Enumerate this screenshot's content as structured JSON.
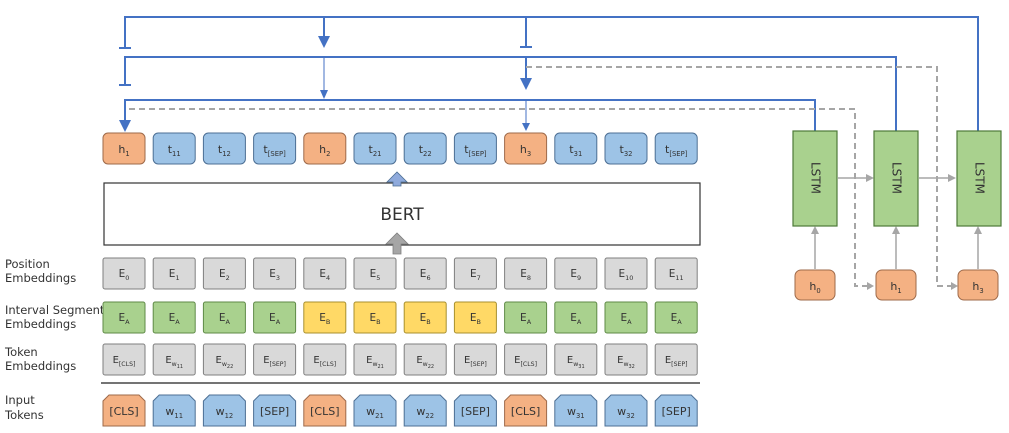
{
  "row_labels": {
    "position": [
      "Position",
      "Embeddings"
    ],
    "segment": [
      "Interval Segment",
      "Embeddings"
    ],
    "token": [
      "Token",
      "Embeddings"
    ],
    "input": [
      "Input",
      "Tokens"
    ]
  },
  "bert_label": "BERT",
  "output_tokens": [
    {
      "base": "h",
      "sub": "1",
      "kind": "h"
    },
    {
      "base": "t",
      "sub": "11",
      "kind": "t"
    },
    {
      "base": "t",
      "sub": "12",
      "kind": "t"
    },
    {
      "base": "t",
      "sub": "[SEP]",
      "kind": "t"
    },
    {
      "base": "h",
      "sub": "2",
      "kind": "h"
    },
    {
      "base": "t",
      "sub": "21",
      "kind": "t"
    },
    {
      "base": "t",
      "sub": "22",
      "kind": "t"
    },
    {
      "base": "t",
      "sub": "[SEP]",
      "kind": "t"
    },
    {
      "base": "h",
      "sub": "3",
      "kind": "h"
    },
    {
      "base": "t",
      "sub": "31",
      "kind": "t"
    },
    {
      "base": "t",
      "sub": "32",
      "kind": "t"
    },
    {
      "base": "t",
      "sub": "[SEP]",
      "kind": "t"
    }
  ],
  "position_embeddings": [
    {
      "base": "E",
      "sub": "0"
    },
    {
      "base": "E",
      "sub": "1"
    },
    {
      "base": "E",
      "sub": "2"
    },
    {
      "base": "E",
      "sub": "3"
    },
    {
      "base": "E",
      "sub": "4"
    },
    {
      "base": "E",
      "sub": "5"
    },
    {
      "base": "E",
      "sub": "6"
    },
    {
      "base": "E",
      "sub": "7"
    },
    {
      "base": "E",
      "sub": "8"
    },
    {
      "base": "E",
      "sub": "9"
    },
    {
      "base": "E",
      "sub": "10"
    },
    {
      "base": "E",
      "sub": "11"
    }
  ],
  "segment_embeddings": [
    {
      "base": "E",
      "sub": "A",
      "seg": "A"
    },
    {
      "base": "E",
      "sub": "A",
      "seg": "A"
    },
    {
      "base": "E",
      "sub": "A",
      "seg": "A"
    },
    {
      "base": "E",
      "sub": "A",
      "seg": "A"
    },
    {
      "base": "E",
      "sub": "B",
      "seg": "B"
    },
    {
      "base": "E",
      "sub": "B",
      "seg": "B"
    },
    {
      "base": "E",
      "sub": "B",
      "seg": "B"
    },
    {
      "base": "E",
      "sub": "B",
      "seg": "B"
    },
    {
      "base": "E",
      "sub": "A",
      "seg": "A"
    },
    {
      "base": "E",
      "sub": "A",
      "seg": "A"
    },
    {
      "base": "E",
      "sub": "A",
      "seg": "A"
    },
    {
      "base": "E",
      "sub": "A",
      "seg": "A"
    }
  ],
  "token_embeddings": [
    {
      "base": "E",
      "sub": "[CLS]"
    },
    {
      "base": "E",
      "sub": "w",
      "subsub": "11"
    },
    {
      "base": "E",
      "sub": "w",
      "subsub": "22"
    },
    {
      "base": "E",
      "sub": "[SEP]"
    },
    {
      "base": "E",
      "sub": "[CLS]"
    },
    {
      "base": "E",
      "sub": "w",
      "subsub": "21"
    },
    {
      "base": "E",
      "sub": "w",
      "subsub": "22"
    },
    {
      "base": "E",
      "sub": "[SEP]"
    },
    {
      "base": "E",
      "sub": "[CLS]"
    },
    {
      "base": "E",
      "sub": "w",
      "subsub": "31"
    },
    {
      "base": "E",
      "sub": "w",
      "subsub": "32"
    },
    {
      "base": "E",
      "sub": "[SEP]"
    }
  ],
  "input_tokens": [
    {
      "base": "[CLS]",
      "kind": "cls"
    },
    {
      "base": "w",
      "sub": "11",
      "kind": "w"
    },
    {
      "base": "w",
      "sub": "12",
      "kind": "w"
    },
    {
      "base": "[SEP]",
      "kind": "w"
    },
    {
      "base": "[CLS]",
      "kind": "cls"
    },
    {
      "base": "w",
      "sub": "21",
      "kind": "w"
    },
    {
      "base": "w",
      "sub": "22",
      "kind": "w"
    },
    {
      "base": "[SEP]",
      "kind": "w"
    },
    {
      "base": "[CLS]",
      "kind": "cls"
    },
    {
      "base": "w",
      "sub": "31",
      "kind": "w"
    },
    {
      "base": "w",
      "sub": "32",
      "kind": "w"
    },
    {
      "base": "[SEP]",
      "kind": "w"
    }
  ],
  "lstm_label": "LSTM",
  "lstm_inputs": [
    {
      "base": "h",
      "sub": "0"
    },
    {
      "base": "h",
      "sub": "1"
    },
    {
      "base": "h",
      "sub": "3"
    }
  ],
  "colors": {
    "h_fill": "#f4b183",
    "h_stroke": "#9e6a4a",
    "t_fill": "#9dc3e6",
    "t_stroke": "#4d6f94",
    "gray_fill": "#d9d9d9",
    "gray_stroke": "#7f7f7f",
    "segA_fill": "#a9d18e",
    "segA_stroke": "#5f8a47",
    "segB_fill": "#ffd966",
    "segB_stroke": "#a8902f",
    "lstm_fill": "#a9d18e",
    "lstm_stroke": "#4e7a39",
    "blue_line": "#4472c4",
    "gray_line": "#a6a6a6",
    "up_blue_fill": "#8faadc",
    "up_gray_fill": "#a6a6a6"
  }
}
